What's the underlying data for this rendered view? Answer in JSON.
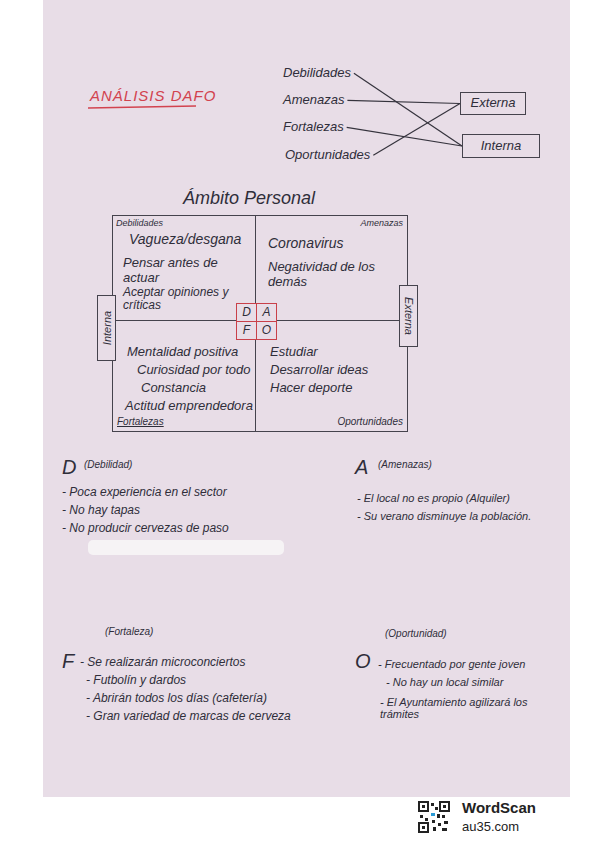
{
  "diagram": {
    "title": "ANÁLISIS DAFO",
    "nodes": [
      {
        "text": [
          "Debilidades"
        ]
      },
      {
        "text": [
          "Amenazas"
        ]
      },
      {
        "text": [
          "Fortalezas"
        ]
      },
      {
        "text": [
          "Oportunidades"
        ]
      },
      {
        "text": [
          "Externa"
        ]
      },
      {
        "text": [
          "Interna"
        ]
      },
      {
        "text": [
          "Ámbito Personal"
        ]
      },
      {
        "text": [
          "Debilidades",
          "Vagueza/desgana",
          "Pensar antes de actuar",
          "Aceptar opiniones y críticas"
        ],
        "in": 6
      },
      {
        "text": [
          "Amenazas",
          "Coronavirus",
          "Negatividad de los demás"
        ],
        "in": 6
      },
      {
        "text": [
          "Mentalidad positiva",
          "Curiosidad por todo",
          "Constancia",
          "Actitud emprendedora",
          "Fortalezas"
        ],
        "in": 6
      },
      {
        "text": [
          "Estudiar",
          "Desarrollar ideas",
          "Hacer deporte",
          "Oportunidades"
        ],
        "in": 6
      },
      {
        "text": [
          "D"
        ],
        "in": 6
      },
      {
        "text": [
          "A"
        ],
        "in": 6
      },
      {
        "text": [
          "F"
        ],
        "in": 6
      },
      {
        "text": [
          "O"
        ],
        "in": 6
      },
      {
        "text": [
          "Interna"
        ]
      },
      {
        "text": [
          "Externa"
        ]
      }
    ],
    "edges": [
      {
        "from": 0,
        "to": 5,
        "arrow": "none"
      },
      {
        "from": 1,
        "to": 4,
        "arrow": "none"
      },
      {
        "from": 2,
        "to": 5,
        "arrow": "none"
      },
      {
        "from": 3,
        "to": 4,
        "arrow": "none"
      }
    ],
    "labels": [
      "D",
      "(Debilidad)",
      "- Poca experiencia en el sector",
      "- No hay tapas",
      "- No producir cervezas de paso",
      "A",
      "(Amenazas)",
      "- El local no es propio (Alquiler)",
      "- Su verano disminuye la población.",
      "(Fortaleza)",
      "F",
      "- Se realizarán microconciertos",
      "- Futbolín y dardos",
      "- Abrirán todos los días (cafetería)",
      "- Gran variedad de marcas de cerveza",
      "(Oportunidad)",
      "O",
      "- Frecuentado por gente joven",
      "- No hay un local similar",
      "- El Ayuntamiento agilizará los trámites",
      "WordScan",
      "au35.com"
    ]
  }
}
